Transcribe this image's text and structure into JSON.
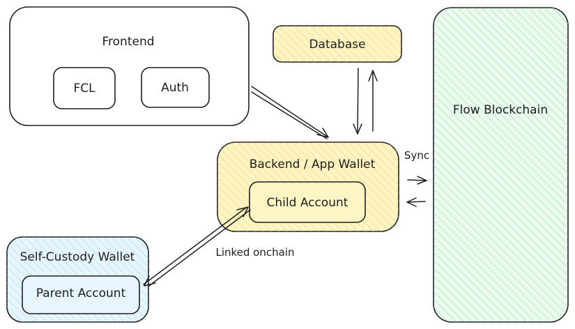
{
  "colors": {
    "stroke": "#1e1e1e",
    "yellow_fill": "#fff4c4",
    "yellow_hatch": "#f2d36b",
    "green_fill": "#ebfbee",
    "green_hatch": "#8fdca6",
    "blue_fill": "#e7f5ff",
    "blue_hatch": "#a5d8ff"
  },
  "nodes": {
    "frontend": {
      "label": "Frontend"
    },
    "fcl": {
      "label": "FCL"
    },
    "auth": {
      "label": "Auth"
    },
    "database": {
      "label": "Database"
    },
    "backend": {
      "label": "Backend / App Wallet"
    },
    "child_account": {
      "label": "Child Account"
    },
    "flow_blockchain": {
      "label": "Flow Blockchain"
    },
    "self_custody_wallet": {
      "label": "Self-Custody Wallet"
    },
    "parent_account": {
      "label": "Parent Account"
    }
  },
  "edges": {
    "sync": {
      "label": "Sync"
    },
    "linked_onchain": {
      "label": "Linked onchain"
    }
  }
}
